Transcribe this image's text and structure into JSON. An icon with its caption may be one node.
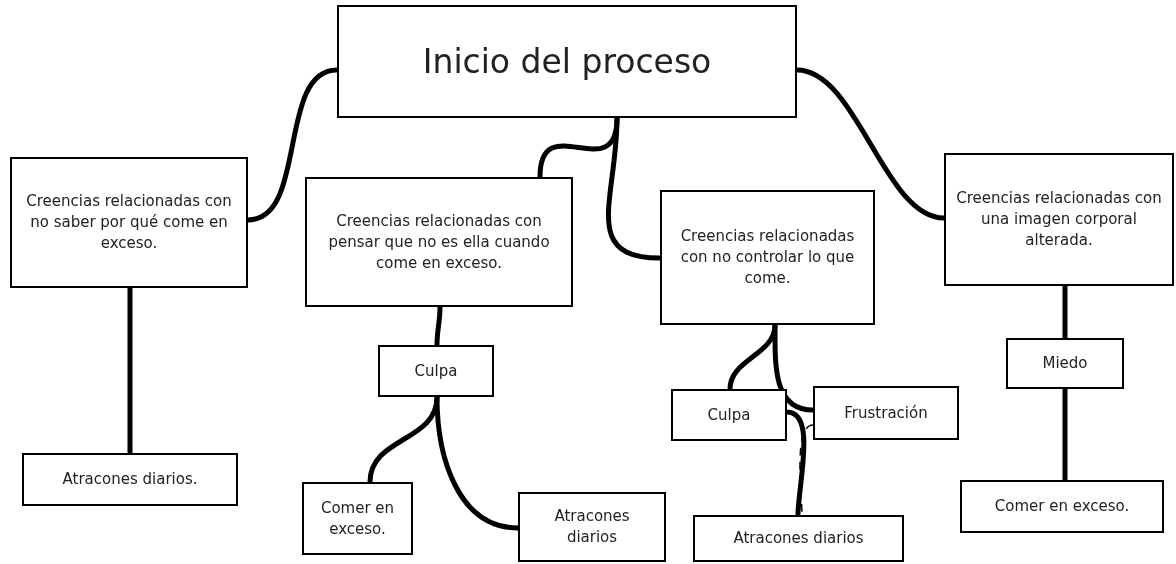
{
  "diagram": {
    "nodes": [
      {
        "text": [
          "Inicio del proceso"
        ]
      },
      {
        "text": [
          "Creencias relacionadas con no saber por qué come en exceso."
        ]
      },
      {
        "text": [
          "Atracones diarios."
        ]
      },
      {
        "text": [
          "Creencias relacionadas con pensar que no es ella cuando come en exceso."
        ]
      },
      {
        "text": [
          "Culpa"
        ]
      },
      {
        "text": [
          "Comer en exceso."
        ]
      },
      {
        "text": [
          "Atracones diarios"
        ]
      },
      {
        "text": [
          "Creencias relacionadas con no controlar lo que come."
        ]
      },
      {
        "text": [
          "Culpa"
        ]
      },
      {
        "text": [
          "Frustración"
        ]
      },
      {
        "text": [
          "Atracones diarios"
        ]
      },
      {
        "text": [
          "Creencias relacionadas con una imagen corporal alterada."
        ]
      },
      {
        "text": [
          "Miedo"
        ]
      },
      {
        "text": [
          "Comer en exceso."
        ]
      }
    ],
    "edges": [
      {
        "from": 0,
        "to": 1,
        "arrow": "none"
      },
      {
        "from": 0,
        "to": 3,
        "arrow": "none"
      },
      {
        "from": 0,
        "to": 7,
        "arrow": "none"
      },
      {
        "from": 0,
        "to": 11,
        "arrow": "none"
      },
      {
        "from": 1,
        "to": 2,
        "arrow": "none"
      },
      {
        "from": 3,
        "to": 4,
        "arrow": "none"
      },
      {
        "from": 4,
        "to": 5,
        "arrow": "none"
      },
      {
        "from": 4,
        "to": 6,
        "arrow": "none"
      },
      {
        "from": 7,
        "to": 8,
        "arrow": "none"
      },
      {
        "from": 7,
        "to": 9,
        "arrow": "none"
      },
      {
        "from": 8,
        "to": 10,
        "arrow": "none"
      },
      {
        "from": 9,
        "to": 10,
        "arrow": "none",
        "style": "dashed"
      },
      {
        "from": 11,
        "to": 12,
        "arrow": "none"
      },
      {
        "from": 12,
        "to": 13,
        "arrow": "none"
      }
    ]
  }
}
